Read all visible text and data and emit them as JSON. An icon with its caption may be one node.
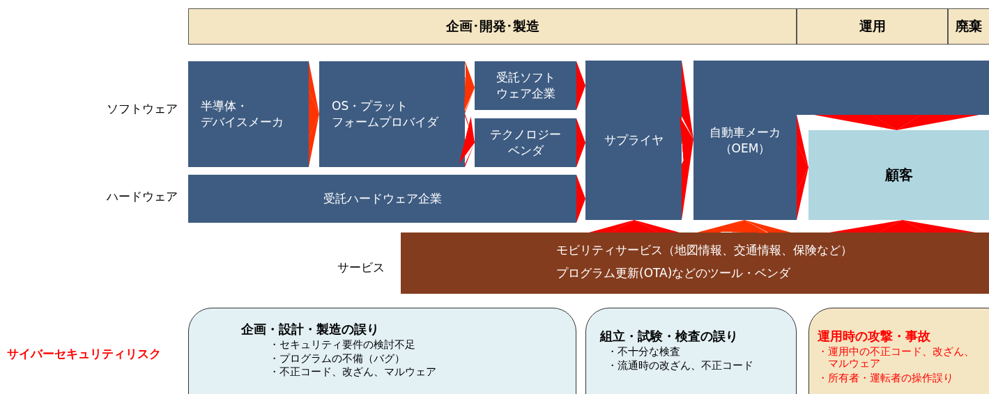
{
  "diagram": {
    "nodes": [
      {
        "text": [
          "企画･開発･製造"
        ]
      },
      {
        "text": [
          "運用"
        ]
      },
      {
        "text": [
          "廃棄"
        ]
      },
      {
        "text": [
          "半導体・デバイスメーカ"
        ]
      },
      {
        "text": [
          "OS・プラットフォームプロバイダ"
        ]
      },
      {
        "text": [
          "受託ソフトウェア企業"
        ]
      },
      {
        "text": [
          "テクノロジーベンダ"
        ]
      },
      {
        "text": [
          "受託ハードウェア企業"
        ]
      },
      {
        "text": [
          "サプライヤ"
        ]
      },
      {
        "text": [
          "自動車メーカ（OEM）"
        ]
      },
      {
        "text": [
          "顧客"
        ]
      },
      {
        "text": [
          "モビリティサービス（地図情報、交通情報、保険など）",
          "プログラム更新(OTA)などのツール・ベンダ"
        ]
      },
      {
        "text": [
          "企画・設計・製造の誤り",
          "・セキュリティ要件の検討不足",
          "・プログラムの不備（バグ）",
          "・不正コード、改ざん、マルウェア"
        ]
      },
      {
        "text": [
          "組立・試験・検査の誤り",
          "・不十分な検査",
          "・流通時の改ざん、不正コード"
        ]
      },
      {
        "text": [
          "運用時の攻撃・事故",
          "・運用中の不正コード、改ざん、マルウェア",
          "・所有者・運転者の操作誤り"
        ]
      }
    ],
    "edges": [
      {
        "from": 3,
        "to": 4,
        "arrow": "to",
        "color": "#ff3300"
      },
      {
        "from": 4,
        "to": 5,
        "arrow": "to",
        "color": "#ff3300"
      },
      {
        "from": 4,
        "to": 6,
        "arrow": "to"
      },
      {
        "from": 5,
        "to": 8,
        "arrow": "to"
      },
      {
        "from": 6,
        "to": 8,
        "arrow": "to"
      },
      {
        "from": 7,
        "to": 8,
        "arrow": "to"
      },
      {
        "from": 8,
        "to": 9,
        "arrow": "to"
      },
      {
        "from": 9,
        "to": 10,
        "arrow": "to"
      },
      {
        "from": 9,
        "to": 10,
        "arrow": "to"
      },
      {
        "from": 11,
        "to": 8,
        "arrow": "to"
      },
      {
        "from": 11,
        "to": 9,
        "arrow": "to",
        "color": "#ff3300"
      },
      {
        "from": 11,
        "to": 10,
        "arrow": "to"
      }
    ],
    "labels": [
      "ソフトウェア",
      "ハードウェア",
      "サービス",
      "サイバーセキュリティリスク"
    ]
  }
}
